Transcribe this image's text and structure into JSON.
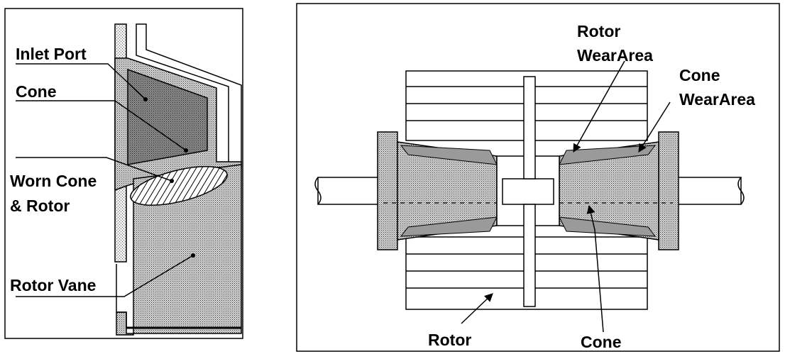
{
  "colors": {
    "background": "#ffffff",
    "outline": "#000000",
    "light_stipple": "#c8c8c8",
    "dark_stipple": "#8a8a8a",
    "medium_fill": "#b4b4b4",
    "hatch": "#000000"
  },
  "left_diagram": {
    "labels": {
      "inlet_port": "Inlet Port",
      "cone": "Cone",
      "worn_line1": "Worn Cone",
      "worn_line2": "& Rotor",
      "rotor_vane": "Rotor Vane"
    }
  },
  "right_diagram": {
    "labels": {
      "rotor_wear_line1": "Rotor",
      "rotor_wear_line2": "WearArea",
      "cone_wear_line1": "Cone",
      "cone_wear_line2": "WearArea",
      "rotor": "Rotor",
      "cone": "Cone"
    }
  }
}
